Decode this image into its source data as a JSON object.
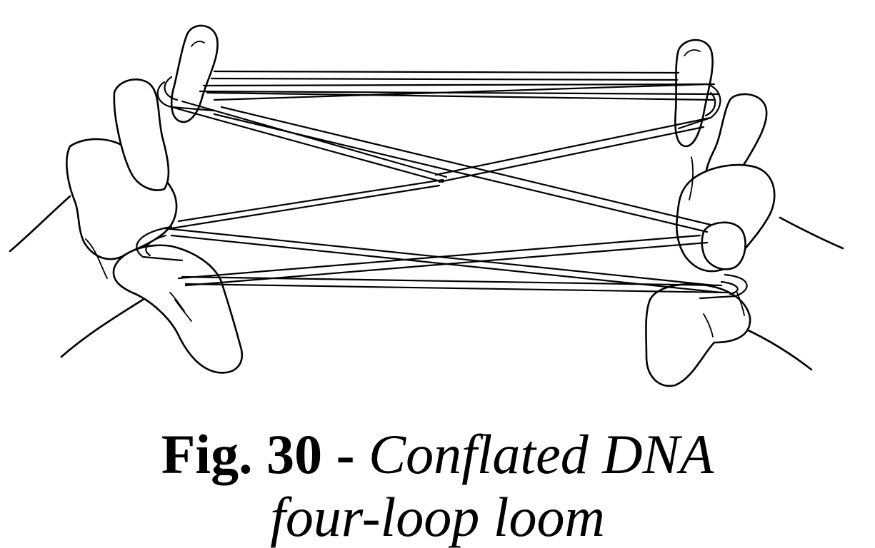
{
  "figure": {
    "label": "Fig. 30 -",
    "title_line1": "Conflated DNA",
    "title_line2": "four-loop loom"
  },
  "illustration": {
    "subject-icon": "hands-holding-string-figure-icon",
    "ink_color": "#000000",
    "paper_color": "#ffffff"
  }
}
